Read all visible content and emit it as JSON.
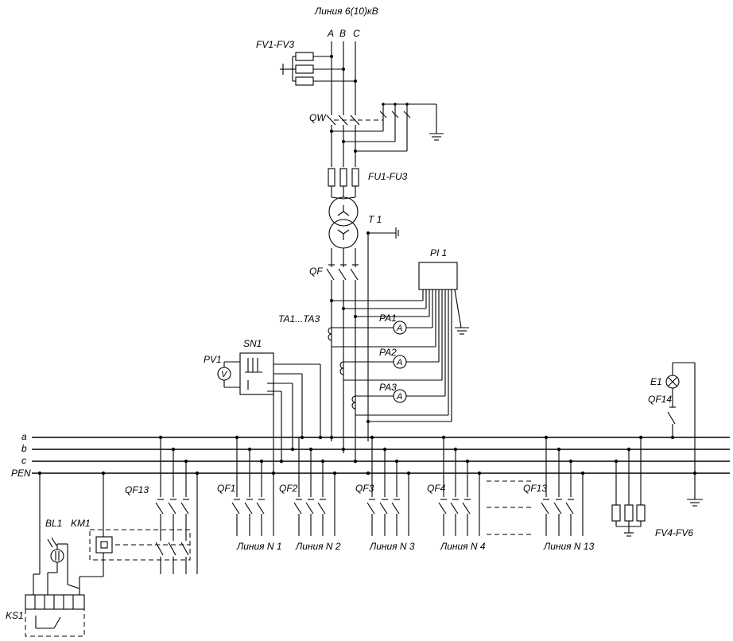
{
  "title": "Линия 6(10)кВ",
  "phases": [
    "A",
    "B",
    "C"
  ],
  "components": {
    "fv_in": "FV1-FV3",
    "qw": "QW",
    "fu": "FU1-FU3",
    "t1": "T 1",
    "qf": "QF",
    "pi1": "PI 1",
    "ta": "TA1...TA3",
    "pa1": "PA1",
    "pa2": "PA2",
    "pa3": "PA3",
    "pv1": "PV1",
    "sn1": "SN1",
    "e1": "E1",
    "qf14": "QF14",
    "qf13_left": "QF13",
    "bl1": "BL1",
    "km1": "KM1",
    "ks1": "KS1",
    "fv_out": "FV4-FV6",
    "meter_a": "A",
    "meter_v": "V"
  },
  "buses": [
    "a",
    "b",
    "c",
    "PEN"
  ],
  "feeders": [
    {
      "breaker": "QF1",
      "line": "Линия N 1"
    },
    {
      "breaker": "QF2",
      "line": "Линия N 2"
    },
    {
      "breaker": "QF3",
      "line": "Линия N 3"
    },
    {
      "breaker": "QF4",
      "line": "Линия N 4"
    },
    {
      "breaker": "QF13",
      "line": "Линия N 13"
    }
  ]
}
